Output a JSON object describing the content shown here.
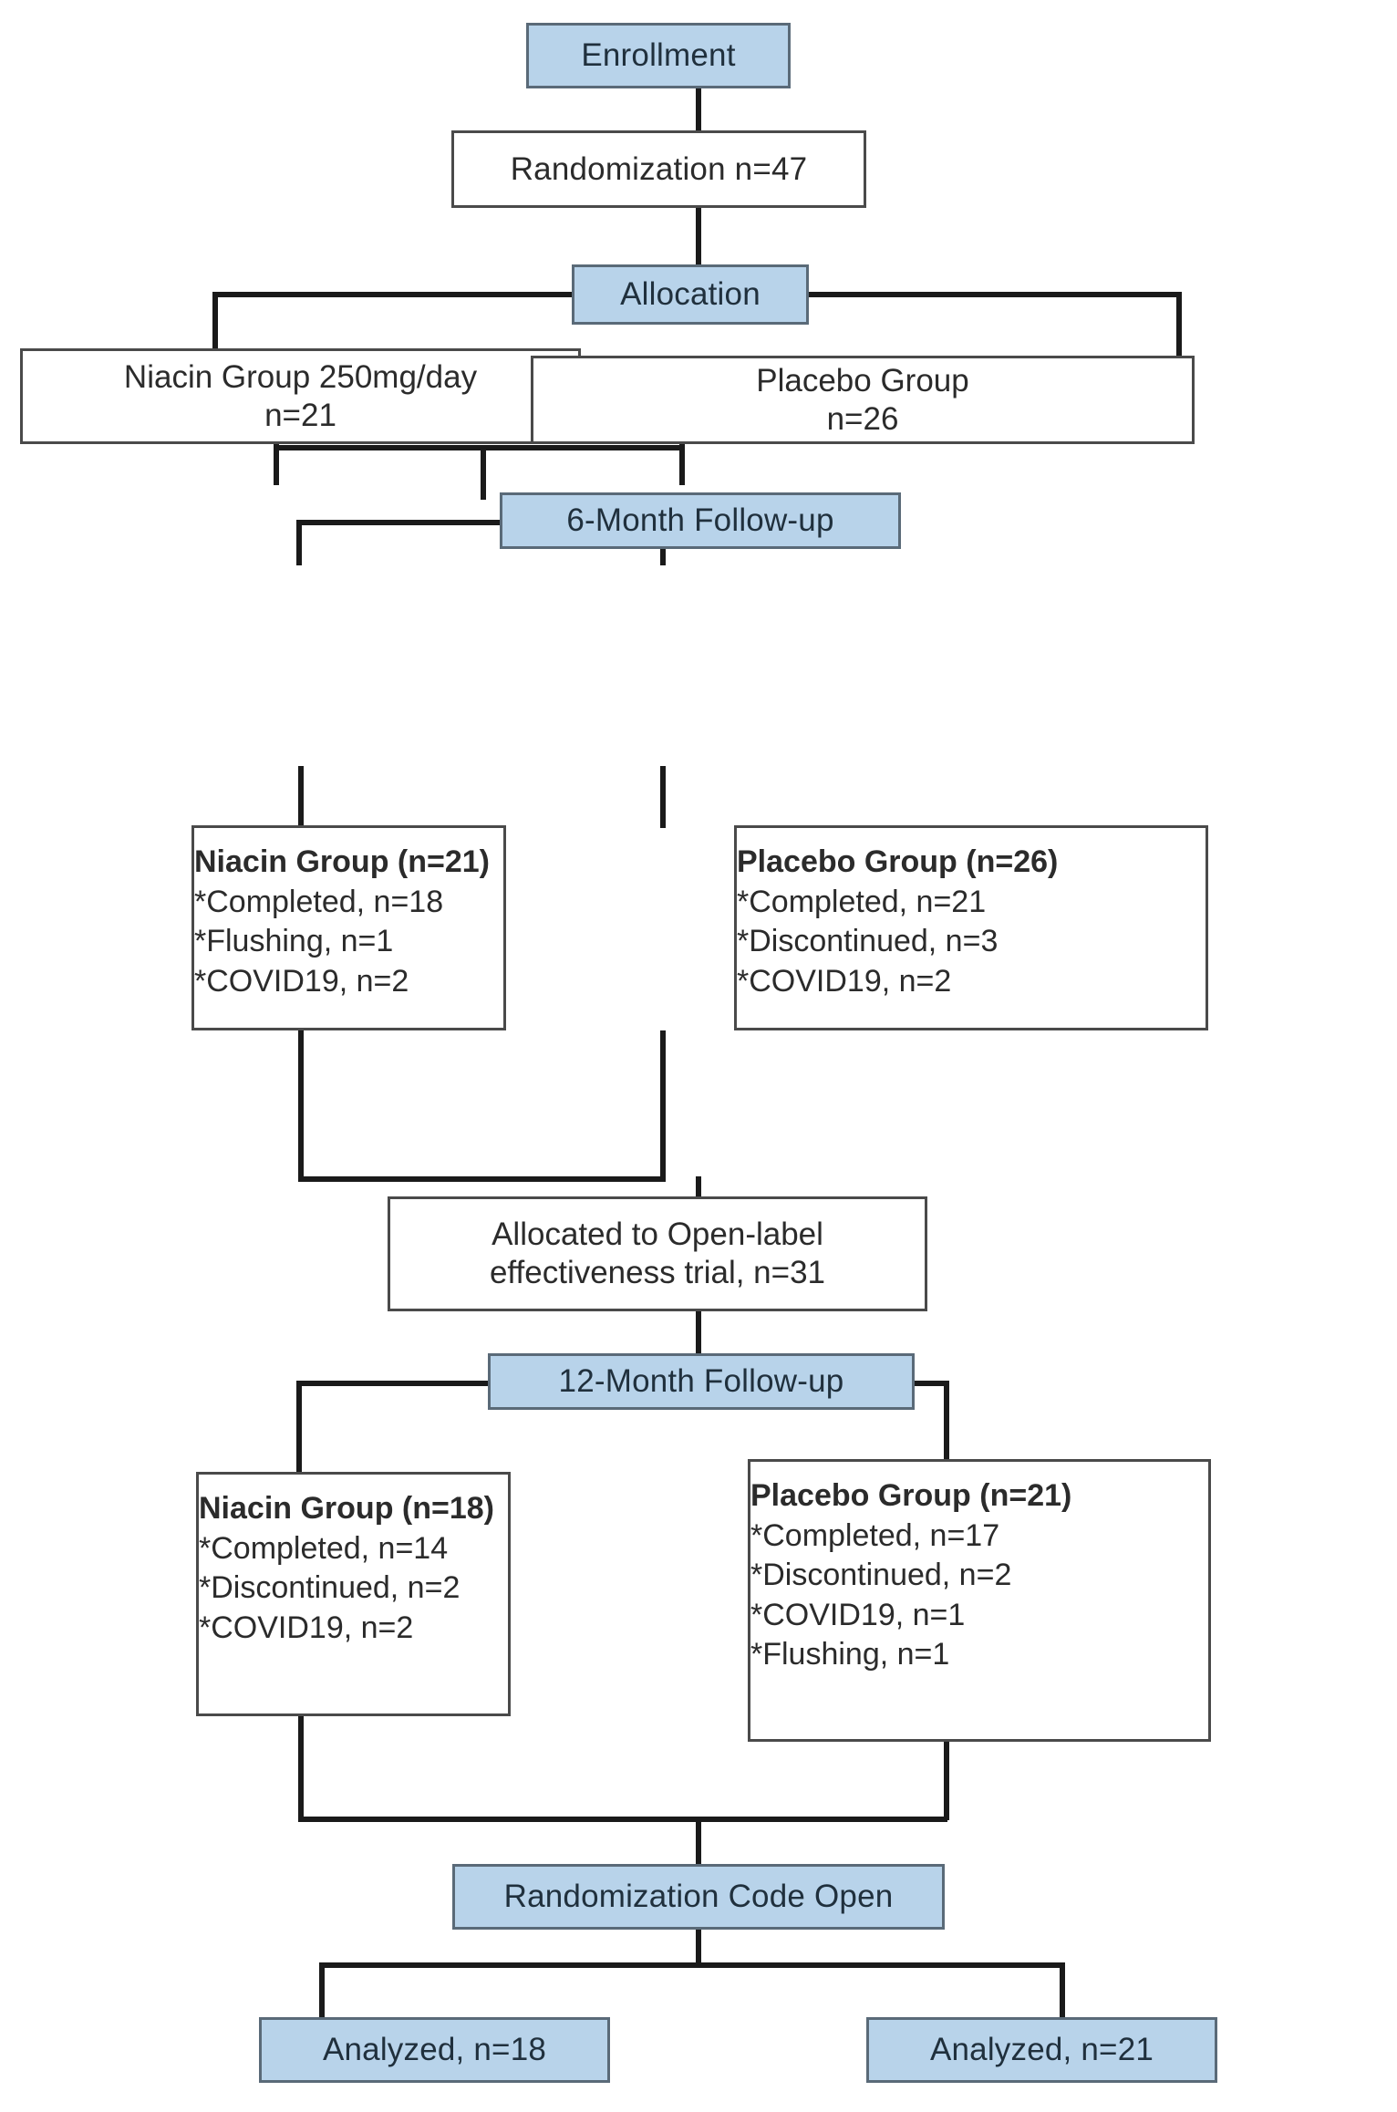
{
  "diagram": {
    "type": "consort-flow-diagram",
    "accent_blue": "#b8d3ea",
    "box_border": "#4a4a4a",
    "connector_color": "#1a1a1a"
  },
  "nodes": {
    "enrollment": {
      "label": "Enrollment",
      "style": "blue"
    },
    "randomization": {
      "label": "Randomization  n=47",
      "style": "white"
    },
    "allocation": {
      "label": "Allocation",
      "style": "blue"
    },
    "niacin_alloc": {
      "line1": "Niacin Group 250mg/day",
      "line2": "n=21",
      "style": "white"
    },
    "placebo_alloc": {
      "line1": "Placebo Group",
      "line2": "n=26",
      "style": "white"
    },
    "followup_6m": {
      "label": "6-Month Follow-up",
      "style": "blue"
    },
    "niacin_6m": {
      "heading": "Niacin Group (n=21)",
      "items": [
        "*Completed, n=18",
        "*Flushing, n=1",
        "*COVID19, n=2"
      ],
      "style": "white"
    },
    "placebo_6m": {
      "heading": "Placebo Group (n=26)",
      "items": [
        "*Completed, n=21",
        "*Discontinued, n=3",
        "*COVID19, n=2"
      ],
      "style": "white"
    },
    "open_label": {
      "line1": "Allocated to Open-label",
      "line2": "effectiveness trial, n=31",
      "style": "white"
    },
    "followup_12m": {
      "label": "12-Month Follow-up",
      "style": "blue"
    },
    "niacin_12m": {
      "heading": "Niacin Group (n=18)",
      "items": [
        "*Completed, n=14",
        "*Discontinued, n=2",
        "*COVID19, n=2"
      ],
      "style": "white"
    },
    "placebo_12m": {
      "heading": "Placebo Group (n=21)",
      "items": [
        "*Completed, n=17",
        "*Discontinued, n=2",
        "*COVID19, n=1",
        "*Flushing, n=1"
      ],
      "style": "white"
    },
    "code_open": {
      "label": "Randomization Code Open",
      "style": "blue"
    },
    "analyzed_niacin": {
      "label": "Analyzed, n=18",
      "style": "blue"
    },
    "analyzed_placebo": {
      "label": "Analyzed, n=21",
      "style": "blue"
    }
  }
}
